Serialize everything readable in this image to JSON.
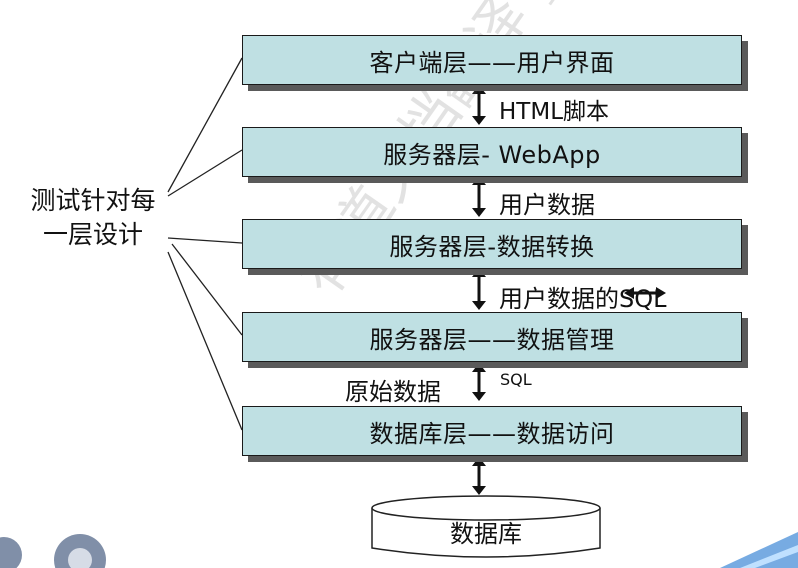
{
  "layers": [
    {
      "label": "客户端层——用户界面"
    },
    {
      "label": "服务器层- WebApp"
    },
    {
      "label": "服务器层-数据转换"
    },
    {
      "label": "服务器层——数据管理"
    },
    {
      "label": "数据库层——数据访问"
    }
  ],
  "connectors": {
    "c1": "HTML脚本",
    "c2": "用户数据",
    "c3": "用户数据的SQL",
    "c4_left": "原始数据",
    "c4_right": "SQL"
  },
  "side_label": [
    "测试针对每",
    "一层设计"
  ],
  "database_label": "数据库",
  "watermark": "有道文档翻译 pdf.youdao.com"
}
